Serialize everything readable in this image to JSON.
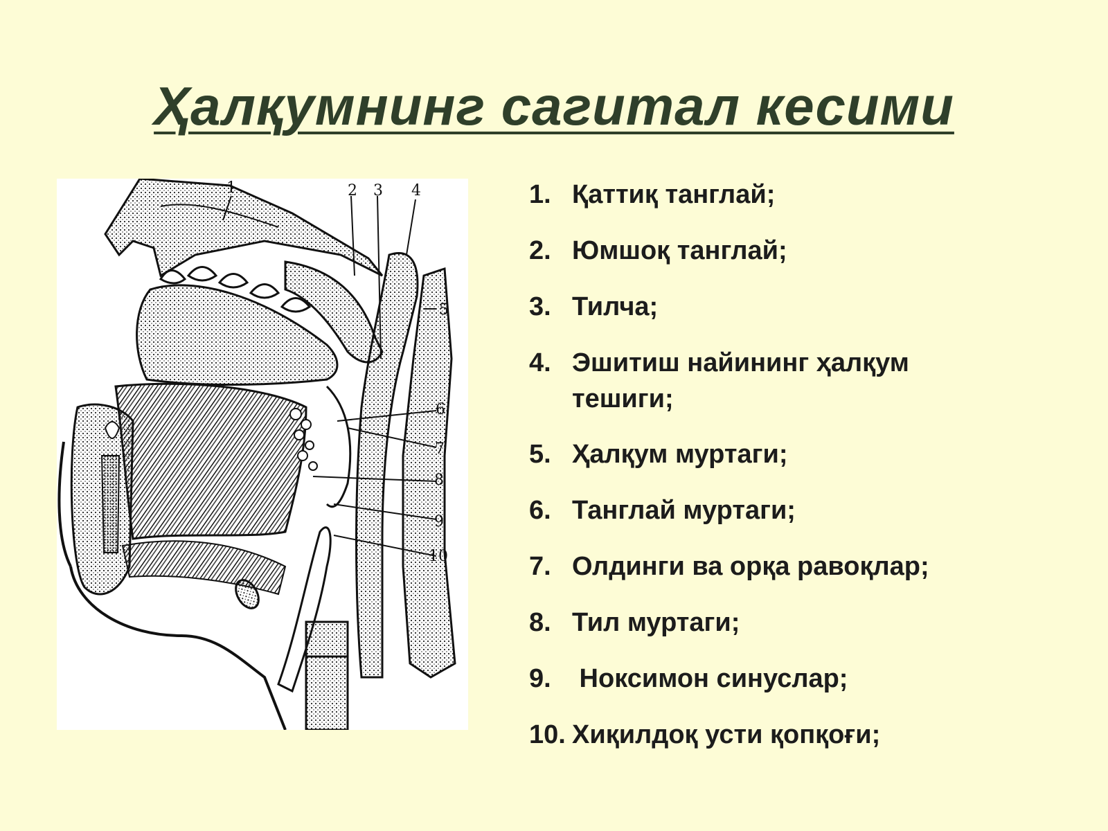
{
  "slide": {
    "title": "Ҳалқумнинг сагитал кесими"
  },
  "figure": {
    "callouts": [
      "1",
      "2",
      "3",
      "4",
      "5",
      "6",
      "7",
      "8",
      "9",
      "10"
    ]
  },
  "legend": {
    "items": [
      {
        "num": "1.",
        "text": "Қаттиқ танглай;"
      },
      {
        "num": "2.",
        "text": "Юмшоқ танглай;"
      },
      {
        "num": "3.",
        "text": "Тилча;"
      },
      {
        "num": "4.",
        "text": "Эшитиш найининг ҳалқум тешиги;"
      },
      {
        "num": "5.",
        "text": "Ҳалқум муртаги;"
      },
      {
        "num": "6.",
        "text": "Танглай муртаги;"
      },
      {
        "num": "7.",
        "text": "Олдинги ва орқа равоқлар;"
      },
      {
        "num": "8.",
        "text": "Тил муртаги;"
      },
      {
        "num": "9.",
        "text": " Ноксимон синуслар;"
      },
      {
        "num": "10.",
        "text": "Хиқилдоқ усти қопқоғи;"
      }
    ]
  }
}
